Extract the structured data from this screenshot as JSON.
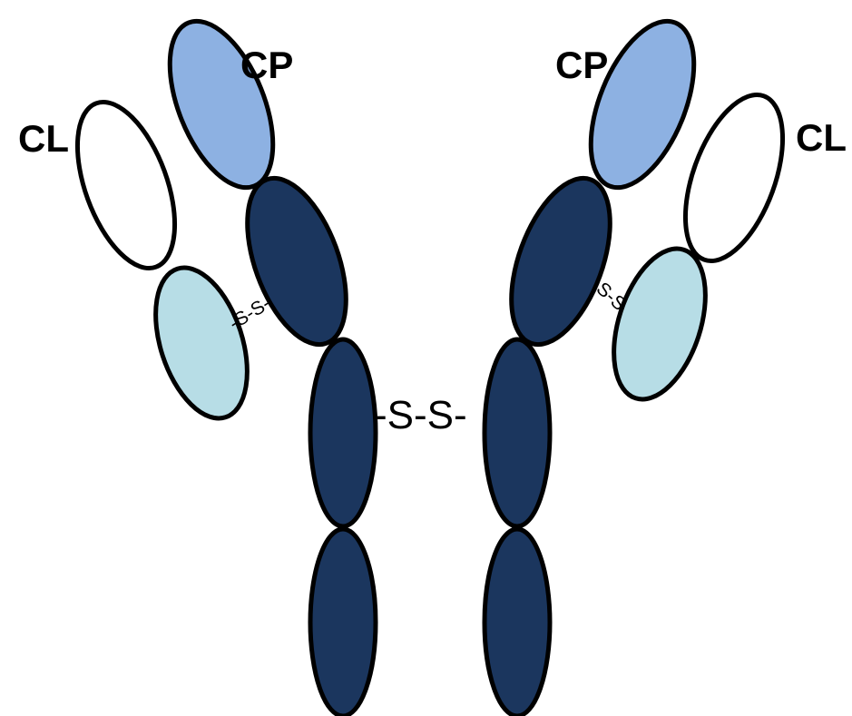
{
  "labels": {
    "left_cp": "CP",
    "right_cp": "CP",
    "left_cl": "CL",
    "right_cl": "CL"
  },
  "bonds": {
    "hinge": "-S-S-",
    "left_interchain": "-S-S-",
    "right_interchain": "S-S"
  },
  "colors": {
    "cp_domain": "#8DB1E2",
    "cl_domain": "#FFFFFF",
    "light_variable": "#B7DDE6",
    "heavy_domain": "#1B365E",
    "outline": "#000000"
  }
}
